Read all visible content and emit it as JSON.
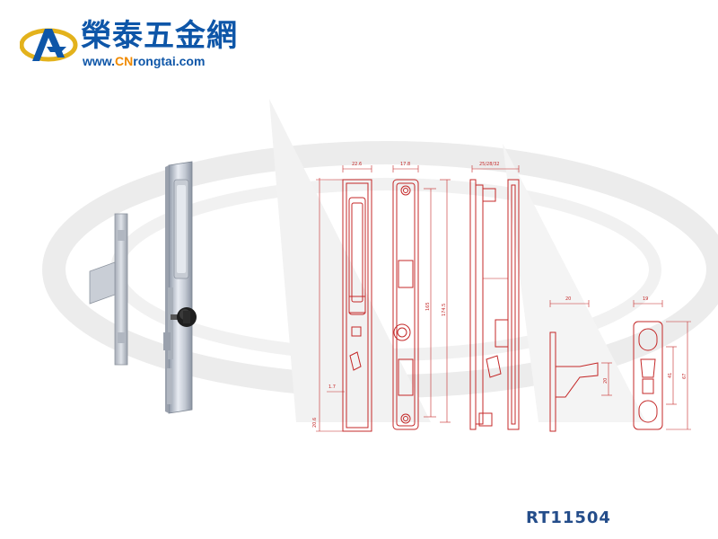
{
  "logo": {
    "name": "榮泰五金網",
    "url_prefix": "www.",
    "url_highlight": "CN",
    "url_suffix": "rongtai.com",
    "colors": {
      "blue": "#0e56a8",
      "orange": "#f08a00",
      "gold": "#e3b21c"
    }
  },
  "drawing": {
    "dims": {
      "front_width": "22.6",
      "side_width": "17.8",
      "depth": "25/28/32",
      "height_inner": "165",
      "height_mid": "174.5",
      "height_total": "20.6",
      "offset": "1.7",
      "keeper_width": "20",
      "keeper_height": "20",
      "strike_width": "19",
      "strike_inner": "41",
      "strike_height": "67"
    },
    "line_color": "#c42828"
  },
  "product": {
    "model": "RT11504"
  }
}
